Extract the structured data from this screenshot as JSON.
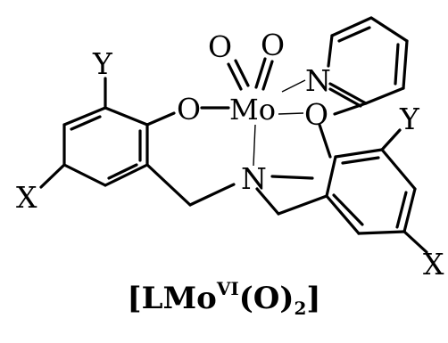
{
  "structure": {
    "atoms": {
      "y_left": "Y",
      "x_left": "X",
      "o_phenoxide_left": "O",
      "mo": "Mo",
      "o_oxo_1": "O",
      "o_oxo_2": "O",
      "n_pyridine": "N",
      "o_phenoxide_right": "O",
      "n_amine": "N",
      "y_right": "Y",
      "x_right": "X"
    }
  },
  "caption": {
    "open_bracket": "[",
    "formula_main": "LMo",
    "oxidation_state": "VI",
    "ligand": "(O)",
    "subscript": "2",
    "close_bracket": "]"
  }
}
